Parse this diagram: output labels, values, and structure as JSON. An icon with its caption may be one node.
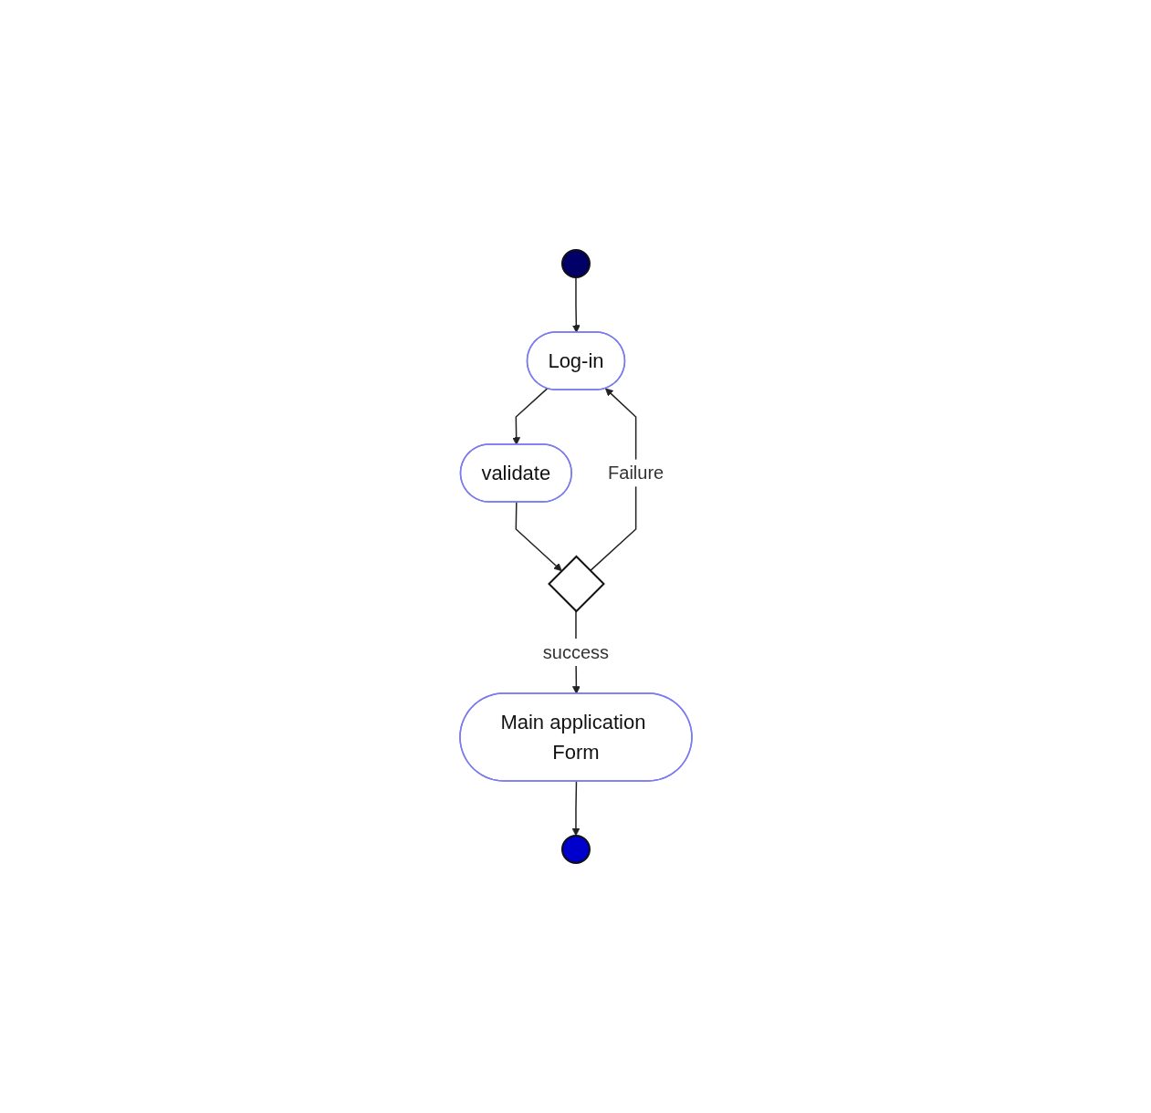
{
  "diagram": {
    "nodes": [
      {
        "text": [],
        "shape": "circle"
      },
      {
        "text": [
          "Log-in"
        ]
      },
      {
        "text": [
          "validate"
        ]
      },
      {
        "text": [],
        "shape": "diamond"
      },
      {
        "text": [
          "Main application Form"
        ]
      },
      {
        "text": [],
        "shape": "circle"
      }
    ],
    "edges": [
      {
        "from": 0,
        "to": 1,
        "arrow": "to"
      },
      {
        "from": 1,
        "to": 2,
        "arrow": "to"
      },
      {
        "from": 2,
        "to": 3,
        "arrow": "to"
      },
      {
        "from": 3,
        "to": 1,
        "arrow": "to",
        "label": "Failure"
      },
      {
        "from": 3,
        "to": 4,
        "arrow": "to",
        "label": "success"
      },
      {
        "from": 4,
        "to": 5,
        "arrow": "to"
      }
    ]
  }
}
